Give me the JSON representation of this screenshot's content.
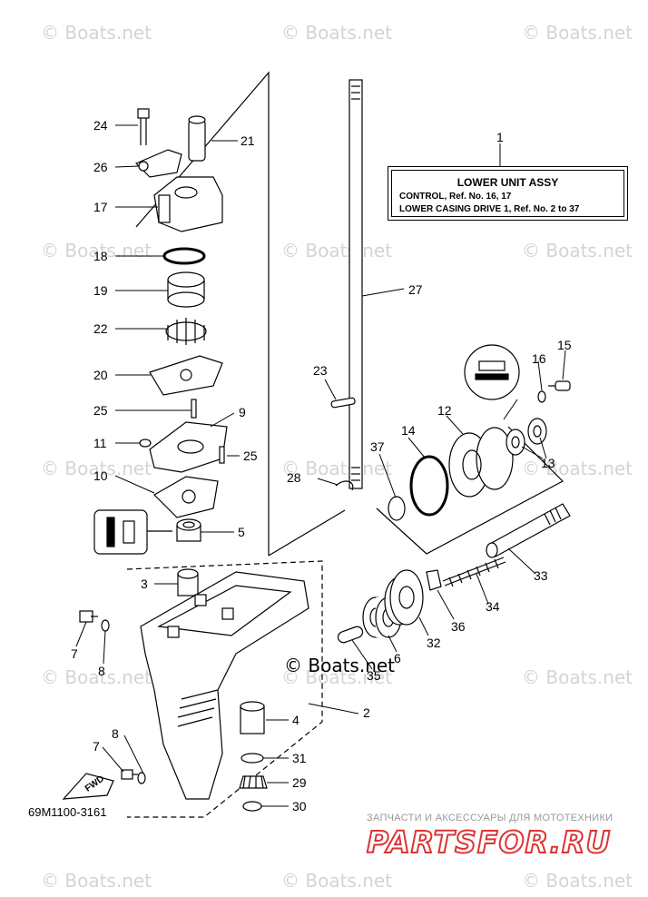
{
  "watermarks": {
    "text": "© Boats.net",
    "items": [
      "© Boats.net",
      "© Boats.net",
      "© Boats.net",
      "© Boats.net",
      "© Boats.net",
      "© Boats.net",
      "© Boats.net",
      "© Boats.net",
      "© Boats.net",
      "© Boats.net",
      "© Boats.net",
      "© Boats.net",
      "© Boats.net",
      "© Boats.net",
      "© Boats.net"
    ]
  },
  "overlay_watermark": "© Boats.net",
  "assembly": {
    "ref": "1",
    "title": "LOWER UNIT ASSY",
    "line1": "CONTROL,  Ref. No. 16, 17",
    "line2": "LOWER CASING DRIVE 1,  Ref. No. 2 to 37"
  },
  "callouts": {
    "c24": "24",
    "c21": "21",
    "c26": "26",
    "c17": "17",
    "c18": "18",
    "c19": "19",
    "c22": "22",
    "c20": "20",
    "c25a": "25",
    "c9": "9",
    "c11": "11",
    "c25b": "25",
    "c10": "10",
    "c5": "5",
    "c3": "3",
    "c7a": "7",
    "c8a": "8",
    "c4": "4",
    "c8b": "8",
    "c7b": "7",
    "c31": "31",
    "c29": "29",
    "c30": "30",
    "c2": "2",
    "c35": "35",
    "c6": "6",
    "c32": "32",
    "c36": "36",
    "c34": "34",
    "c33": "33",
    "c27": "27",
    "c23": "23",
    "c28": "28",
    "c37": "37",
    "c14": "14",
    "c12": "12",
    "c16": "16",
    "c15": "15",
    "c13": "13"
  },
  "fwd_label": "FWD",
  "part_number": "69M1100-3161",
  "branding": {
    "tagline": "ЗАПЧАСТИ И АКСЕССУАРЫ ДЛЯ МОТОТЕХНИКИ",
    "logo": "PARTSFOR.RU"
  },
  "colors": {
    "line": "#000000",
    "watermark": "#d4d4d4",
    "brand": "#dd3333"
  }
}
